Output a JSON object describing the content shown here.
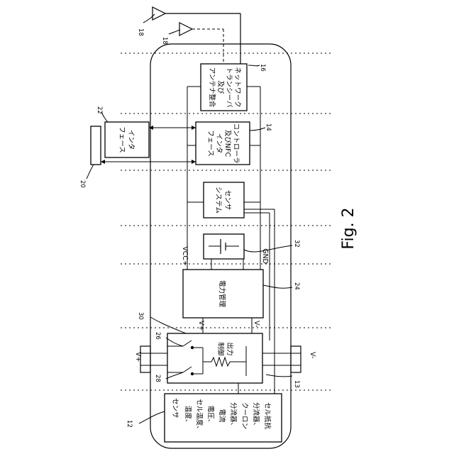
{
  "labels": {
    "network_transceiver": [
      "ネットワーク",
      "トランシーバ",
      "及び",
      "アンテナ整合"
    ],
    "controller_nfc": [
      "コントローラ",
      "及びNFC",
      "インタ",
      "フェース"
    ],
    "interface": [
      "インタ",
      "フェース"
    ],
    "sensor_system": [
      "センサ",
      "システム"
    ],
    "power_management": "電力管理",
    "output_control": [
      "出力",
      "制御"
    ],
    "sensor_title": "センサ",
    "sensor_items": [
      "温度、",
      "セル温度、",
      "電圧、",
      "電流",
      "分流器、",
      "クーロン",
      "分流器、",
      "セル抵抗"
    ],
    "vcc": "VCC+",
    "gnd": "GND",
    "v_plus_inner": "V+",
    "v_minus_inner": "V-",
    "v_plus_terminal": "V+",
    "v_minus_terminal": "V-"
  },
  "refs": {
    "r12": "12",
    "r13": "13",
    "r14": "14",
    "r16": "16",
    "r18a": "18",
    "r18b": "18",
    "r20": "20",
    "r22": "22",
    "r24": "24",
    "r26": "26",
    "r28": "28",
    "r30": "30",
    "r32": "32"
  },
  "figure_label": "Fig. 2"
}
